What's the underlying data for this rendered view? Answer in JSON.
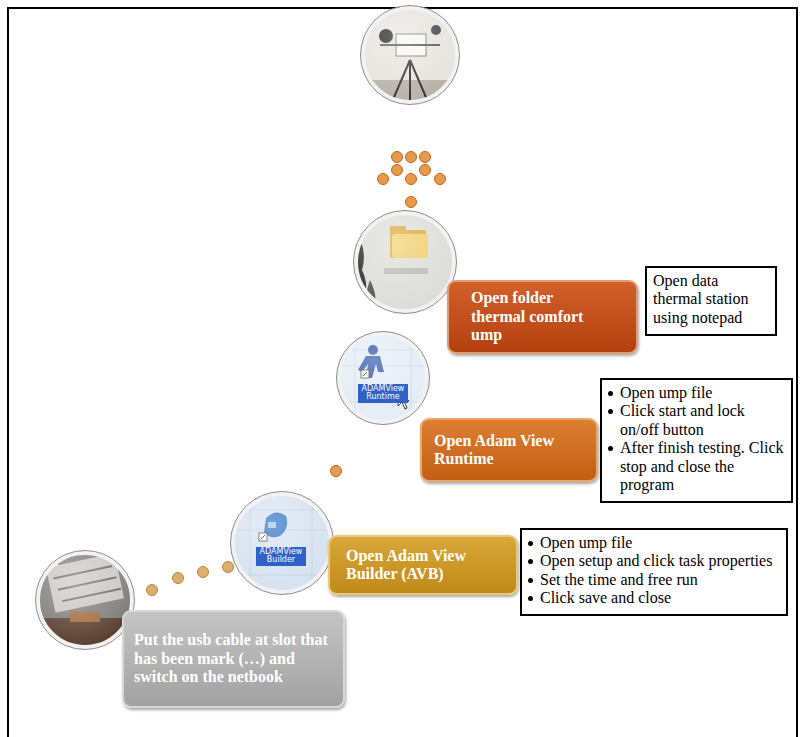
{
  "diagram": {
    "nodes": [
      {
        "text": [
          "Put the usb cable at slot that has been mark (…) and switch on the netbook"
        ]
      },
      {
        "text": [
          "Open Adam View Builder (AVB)"
        ]
      },
      {
        "text": [
          "Open ump file",
          "Open setup and click task properties",
          "Set the time and free run",
          "Click save and close"
        ]
      },
      {
        "text": [
          "Open Adam View Runtime"
        ]
      },
      {
        "text": [
          "Open ump file",
          "Click start and lock on/off button",
          "After finish testing. Click stop and close the program"
        ]
      },
      {
        "text": [
          "Open folder thermal comfort ump"
        ]
      },
      {
        "text": [
          "Open data thermal station using notepad"
        ]
      }
    ],
    "labels": [
      "ADAMView Runtime",
      "ADAMView Builder"
    ]
  }
}
